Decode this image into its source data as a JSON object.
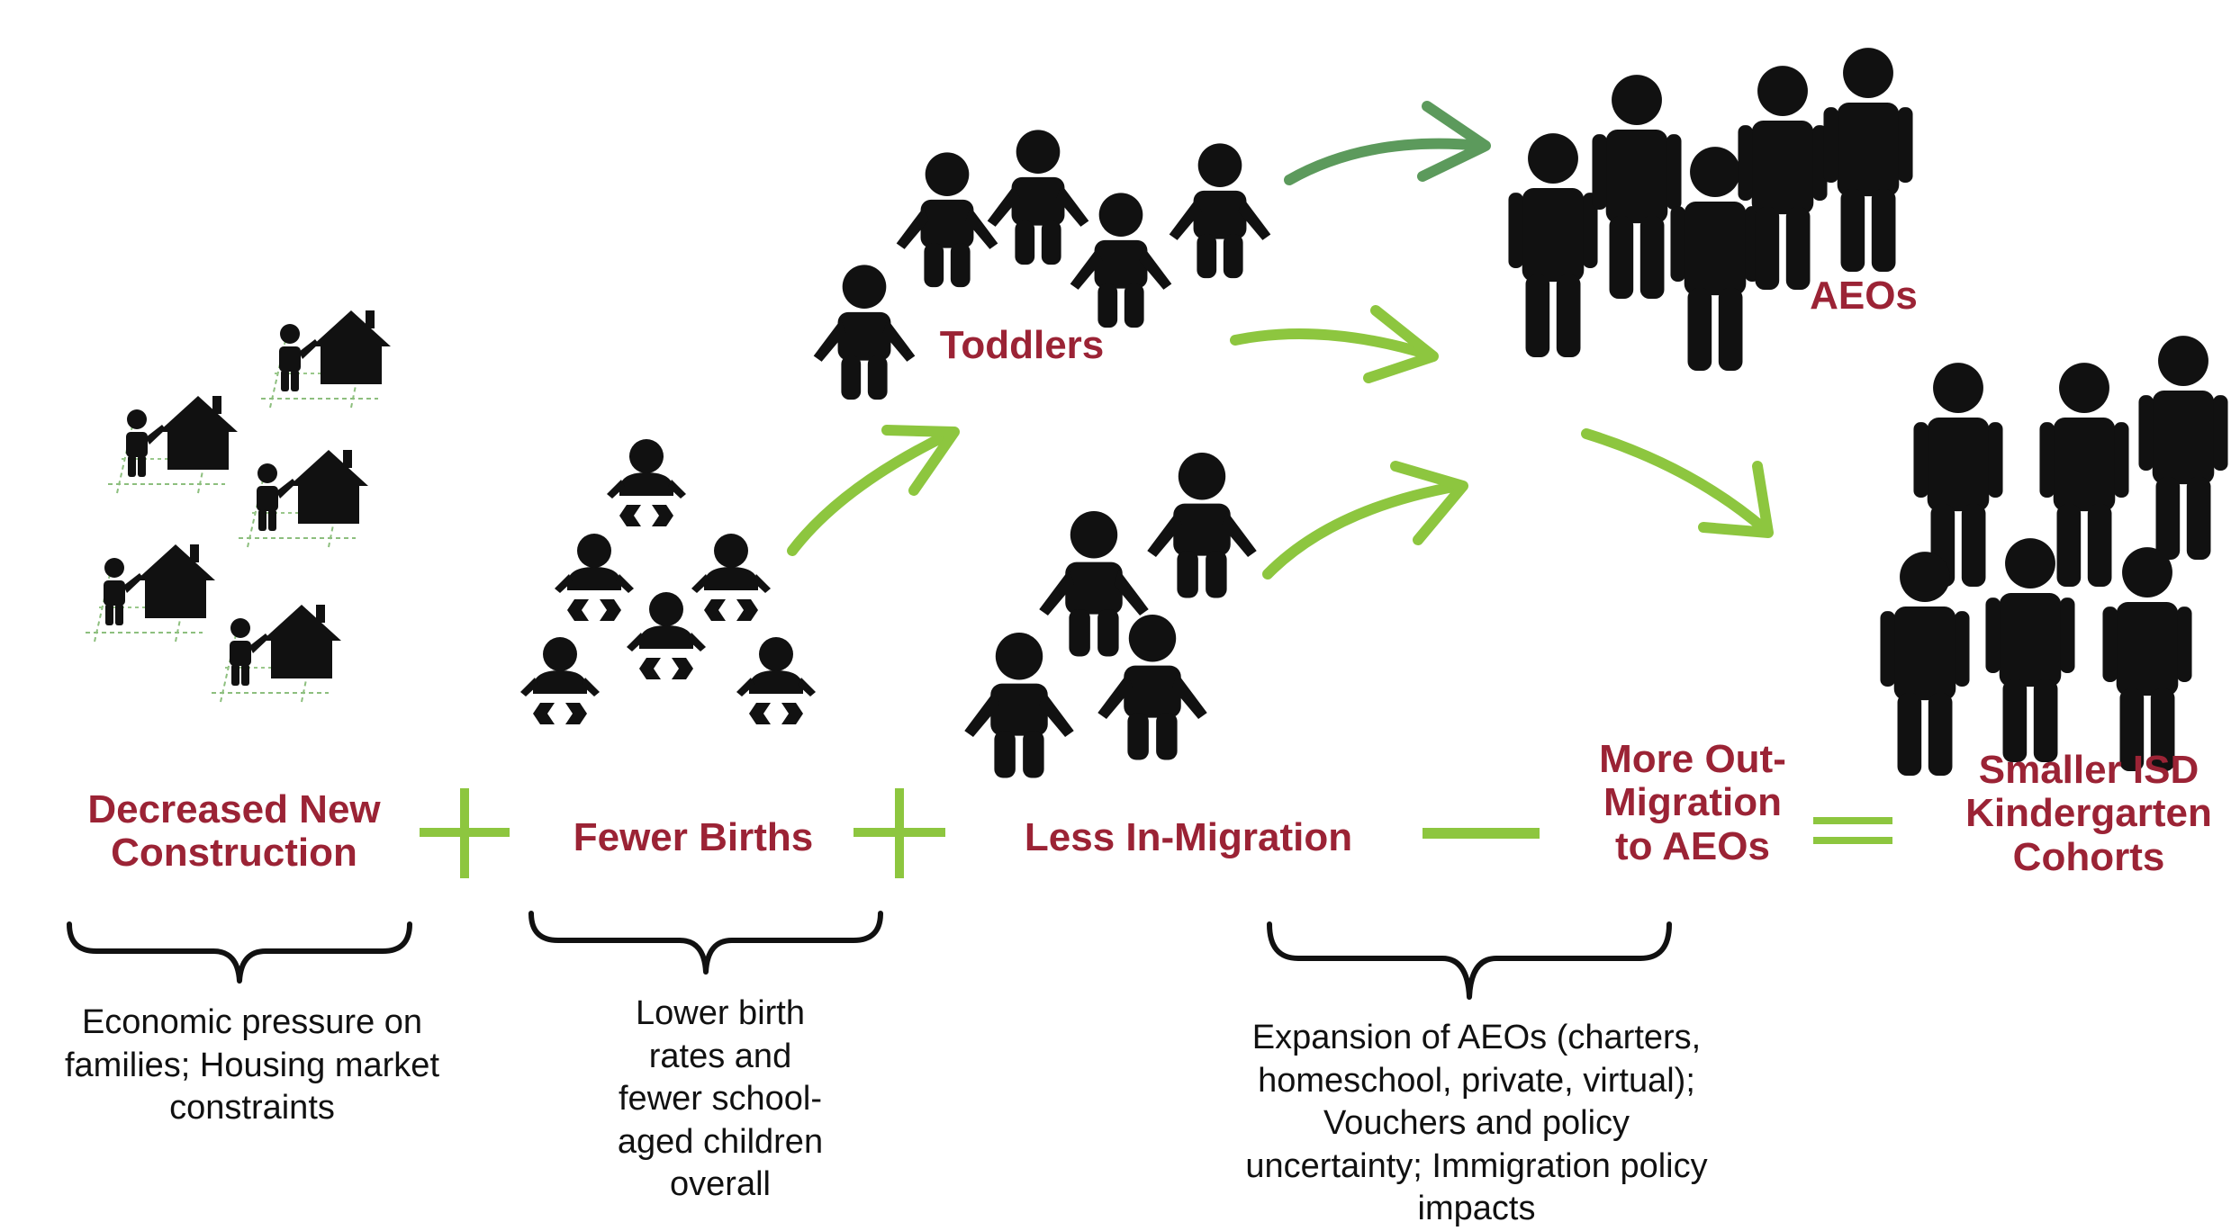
{
  "colors": {
    "label": "#9b2335",
    "operator": "#8dc63f",
    "arrow_light": "#8dc63f",
    "arrow_dark": "#5c9a5c",
    "icon": "#111111"
  },
  "stages": {
    "construction": {
      "label": "Decreased New\nConstruction",
      "icon": "house-with-person-icon"
    },
    "births": {
      "label": "Fewer Births",
      "icon": "baby-icon"
    },
    "toddlers": {
      "label": "Toddlers",
      "icon": "child-icon"
    },
    "migration": {
      "label": "Less In-Migration",
      "icon": "child-icon"
    },
    "aeos": {
      "label": "AEOs",
      "icon": "person-icon"
    },
    "out_migration": {
      "label": "More Out-\nMigration\nto AEOs"
    },
    "result": {
      "label": "Smaller ISD\nKindergarten\nCohorts",
      "icon": "person-icon"
    }
  },
  "operators": [
    "plus",
    "plus",
    "minus",
    "equals"
  ],
  "descriptions": {
    "construction": "Economic pressure on\nfamilies; Housing market\nconstraints",
    "births": "Lower birth\nrates and\nfewer school-\naged children\noverall",
    "aeos": "Expansion of AEOs (charters,\nhomeschool, private, virtual);\nVouchers and policy\nuncertainty; Immigration policy\nimpacts"
  }
}
